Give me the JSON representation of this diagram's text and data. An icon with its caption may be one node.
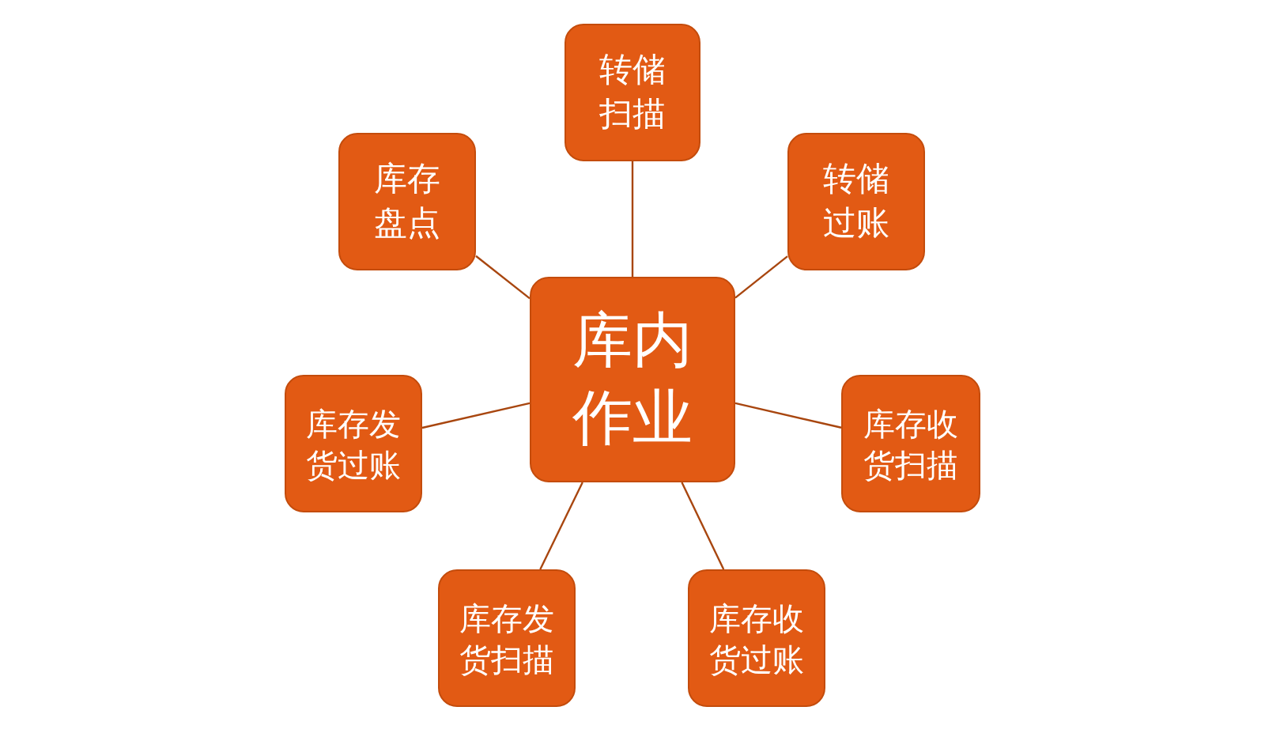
{
  "diagram": {
    "nodes": [
      {
        "text": [
          "库内作业"
        ]
      },
      {
        "text": [
          "转储扫描"
        ]
      },
      {
        "text": [
          "转储过账"
        ]
      },
      {
        "text": [
          "库存收货扫描"
        ]
      },
      {
        "text": [
          "库存收货过账"
        ]
      },
      {
        "text": [
          "库存发货扫描"
        ]
      },
      {
        "text": [
          "库存发货过账"
        ]
      },
      {
        "text": [
          "库存盘点"
        ]
      }
    ],
    "edges": [
      {
        "from": 0,
        "to": 1,
        "arrow": "none"
      },
      {
        "from": 0,
        "to": 2,
        "arrow": "none"
      },
      {
        "from": 0,
        "to": 3,
        "arrow": "none"
      },
      {
        "from": 0,
        "to": 4,
        "arrow": "none"
      },
      {
        "from": 0,
        "to": 5,
        "arrow": "none"
      },
      {
        "from": 0,
        "to": 6,
        "arrow": "none"
      },
      {
        "from": 0,
        "to": 7,
        "arrow": "none"
      }
    ]
  }
}
